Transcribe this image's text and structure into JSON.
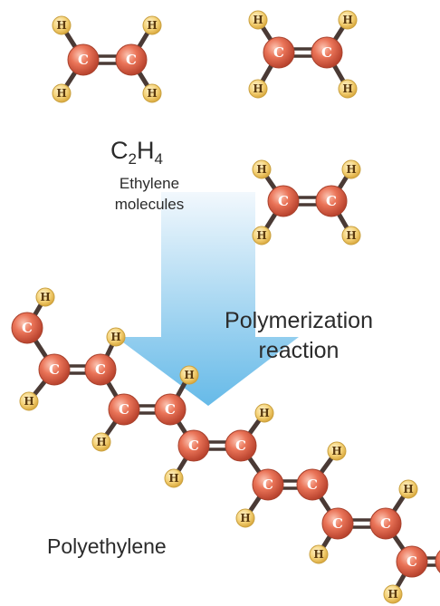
{
  "formula": {
    "base": "C",
    "sub1": "2",
    "h": "H",
    "sub2": "4"
  },
  "ethylene_label": "Ethylene molecules",
  "polymerization_label": "Polymerization reaction",
  "polyethylene_label": "Polyethylene",
  "atom_labels": {
    "carbon": "C",
    "hydrogen": "H"
  },
  "colors": {
    "carbon": "#e46a50",
    "hydrogen": "#f3cf70",
    "bond": "#4a3a35",
    "arrow_top": "#eef6fc",
    "arrow_bottom": "#6dbde9"
  }
}
